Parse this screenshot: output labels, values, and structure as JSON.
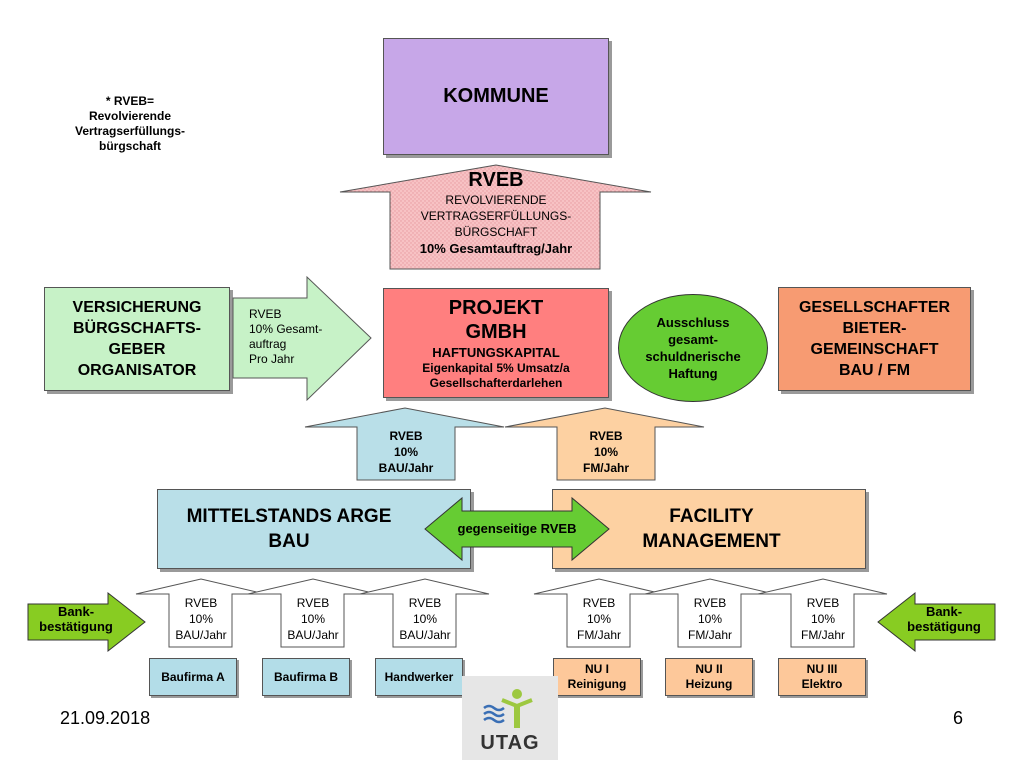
{
  "note": {
    "line1": "* RVEB=",
    "line2": "Revolvierende",
    "line3": "Vertragserfüllungs-",
    "line4": "bürgschaft"
  },
  "kommune": {
    "label": "KOMMUNE"
  },
  "rveb_main": {
    "title": "RVEB",
    "line1": "REVOLVIERENDE",
    "line2": "VERTRAGSERFÜLLUNGS-",
    "line3": "BÜRGSCHAFT",
    "line4": "10% Gesamtauftrag/Jahr"
  },
  "versicherung": {
    "line1": "VERSICHERUNG",
    "line2": "BÜRGSCHAFTS-",
    "line3": "GEBER",
    "line4": "ORGANISATOR"
  },
  "rveb_side": {
    "line1": "RVEB",
    "line2": "10% Gesamt-",
    "line3": "auftrag",
    "line4": "Pro Jahr"
  },
  "projekt": {
    "line1": "PROJEKT",
    "line2": "GMBH",
    "line3": "HAFTUNGSKAPITAL",
    "line4": "Eigenkapital 5% Umsatz/a",
    "line5": "Gesellschafterdarlehen"
  },
  "ausschluss": {
    "line1": "Ausschluss",
    "line2": "gesamt-",
    "line3": "schuldnerische",
    "line4": "Haftung"
  },
  "gesellschafter": {
    "line1": "GESELLSCHAFTER",
    "line2": "BIETER-",
    "line3": "GEMEINSCHAFT",
    "line4": "BAU / FM"
  },
  "rveb_bau_mid": {
    "line1": "RVEB",
    "line2": "10%",
    "line3": "BAU/Jahr"
  },
  "rveb_fm_mid": {
    "line1": "RVEB",
    "line2": "10%",
    "line3": "FM/Jahr"
  },
  "arge": {
    "line1": "MITTELSTANDS ARGE",
    "line2": "BAU"
  },
  "facility": {
    "line1": "FACILITY",
    "line2": "MANAGEMENT"
  },
  "gegenseitige": {
    "label": "gegenseitige RVEB"
  },
  "bank_left": {
    "line1": "Bank-",
    "line2": "bestätigung"
  },
  "bank_right": {
    "line1": "Bank-",
    "line2": "bestätigung"
  },
  "small_arrows": [
    {
      "line1": "RVEB",
      "line2": "10%",
      "line3": "BAU/Jahr"
    },
    {
      "line1": "RVEB",
      "line2": "10%",
      "line3": "BAU/Jahr"
    },
    {
      "line1": "RVEB",
      "line2": "10%",
      "line3": "BAU/Jahr"
    },
    {
      "line1": "RVEB",
      "line2": "10%",
      "line3": "FM/Jahr"
    },
    {
      "line1": "RVEB",
      "line2": "10%",
      "line3": "FM/Jahr"
    },
    {
      "line1": "RVEB",
      "line2": "10%",
      "line3": "FM/Jahr"
    }
  ],
  "firms": [
    {
      "line1": "Baufirma A",
      "line2": ""
    },
    {
      "line1": "Baufirma B",
      "line2": ""
    },
    {
      "line1": "Handwerker",
      "line2": ""
    },
    {
      "line1": "NU I",
      "line2": "Reinigung"
    },
    {
      "line1": "NU II",
      "line2": "Heizung"
    },
    {
      "line1": "NU III",
      "line2": "Elektro"
    }
  ],
  "footer": {
    "date": "21.09.2018",
    "page": "6",
    "logo_text": "UTAG"
  },
  "colors": {
    "kommune": "#c7a7e8",
    "rveb_main": "#f7c7c7",
    "green_light": "#c7f2c7",
    "projekt": "#ff7f7f",
    "ellipse": "#66cc33",
    "gesellschafter": "#f79b72",
    "blue_light": "#b9dfe8",
    "peach": "#fdd1a2",
    "green_arrow": "#88cc22",
    "firm_blue": "#b3dde8",
    "firm_peach": "#fdc89a"
  }
}
